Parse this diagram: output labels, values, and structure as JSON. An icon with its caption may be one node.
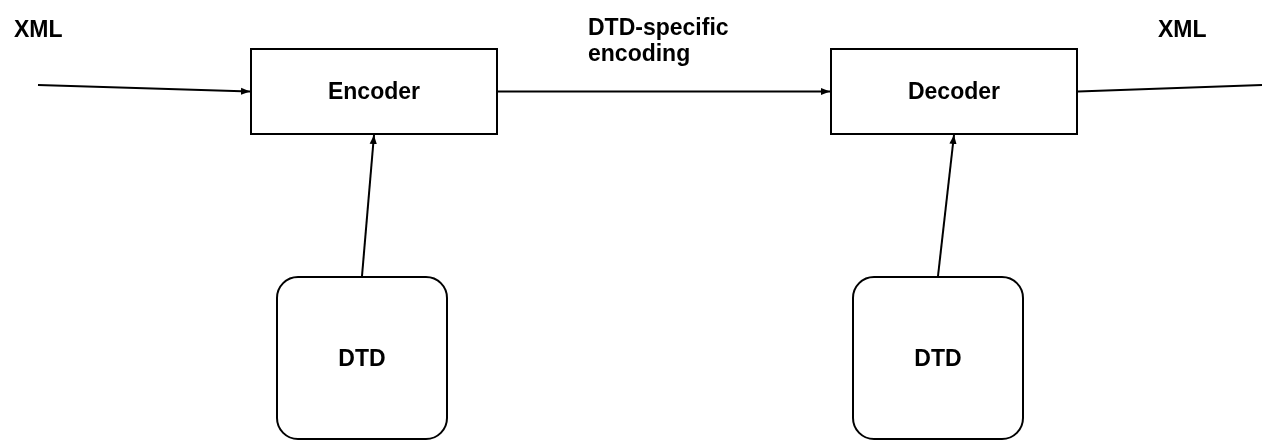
{
  "diagram": {
    "nodes": [
      {
        "text": [
          "Encoder"
        ]
      },
      {
        "text": [
          "Decoder"
        ]
      },
      {
        "text": [
          "DTD"
        ]
      },
      {
        "text": [
          "DTD"
        ]
      }
    ],
    "edges": [
      {
        "from": null,
        "to": 0,
        "arrow": "to",
        "label": "XML"
      },
      {
        "from": 0,
        "to": 1,
        "arrow": "to",
        "label": "DTD-specific encoding"
      },
      {
        "from": 1,
        "to": null,
        "arrow": "none",
        "label": "XML"
      },
      {
        "from": 2,
        "to": 0,
        "arrow": "to"
      },
      {
        "from": 3,
        "to": 1,
        "arrow": "to"
      }
    ]
  }
}
